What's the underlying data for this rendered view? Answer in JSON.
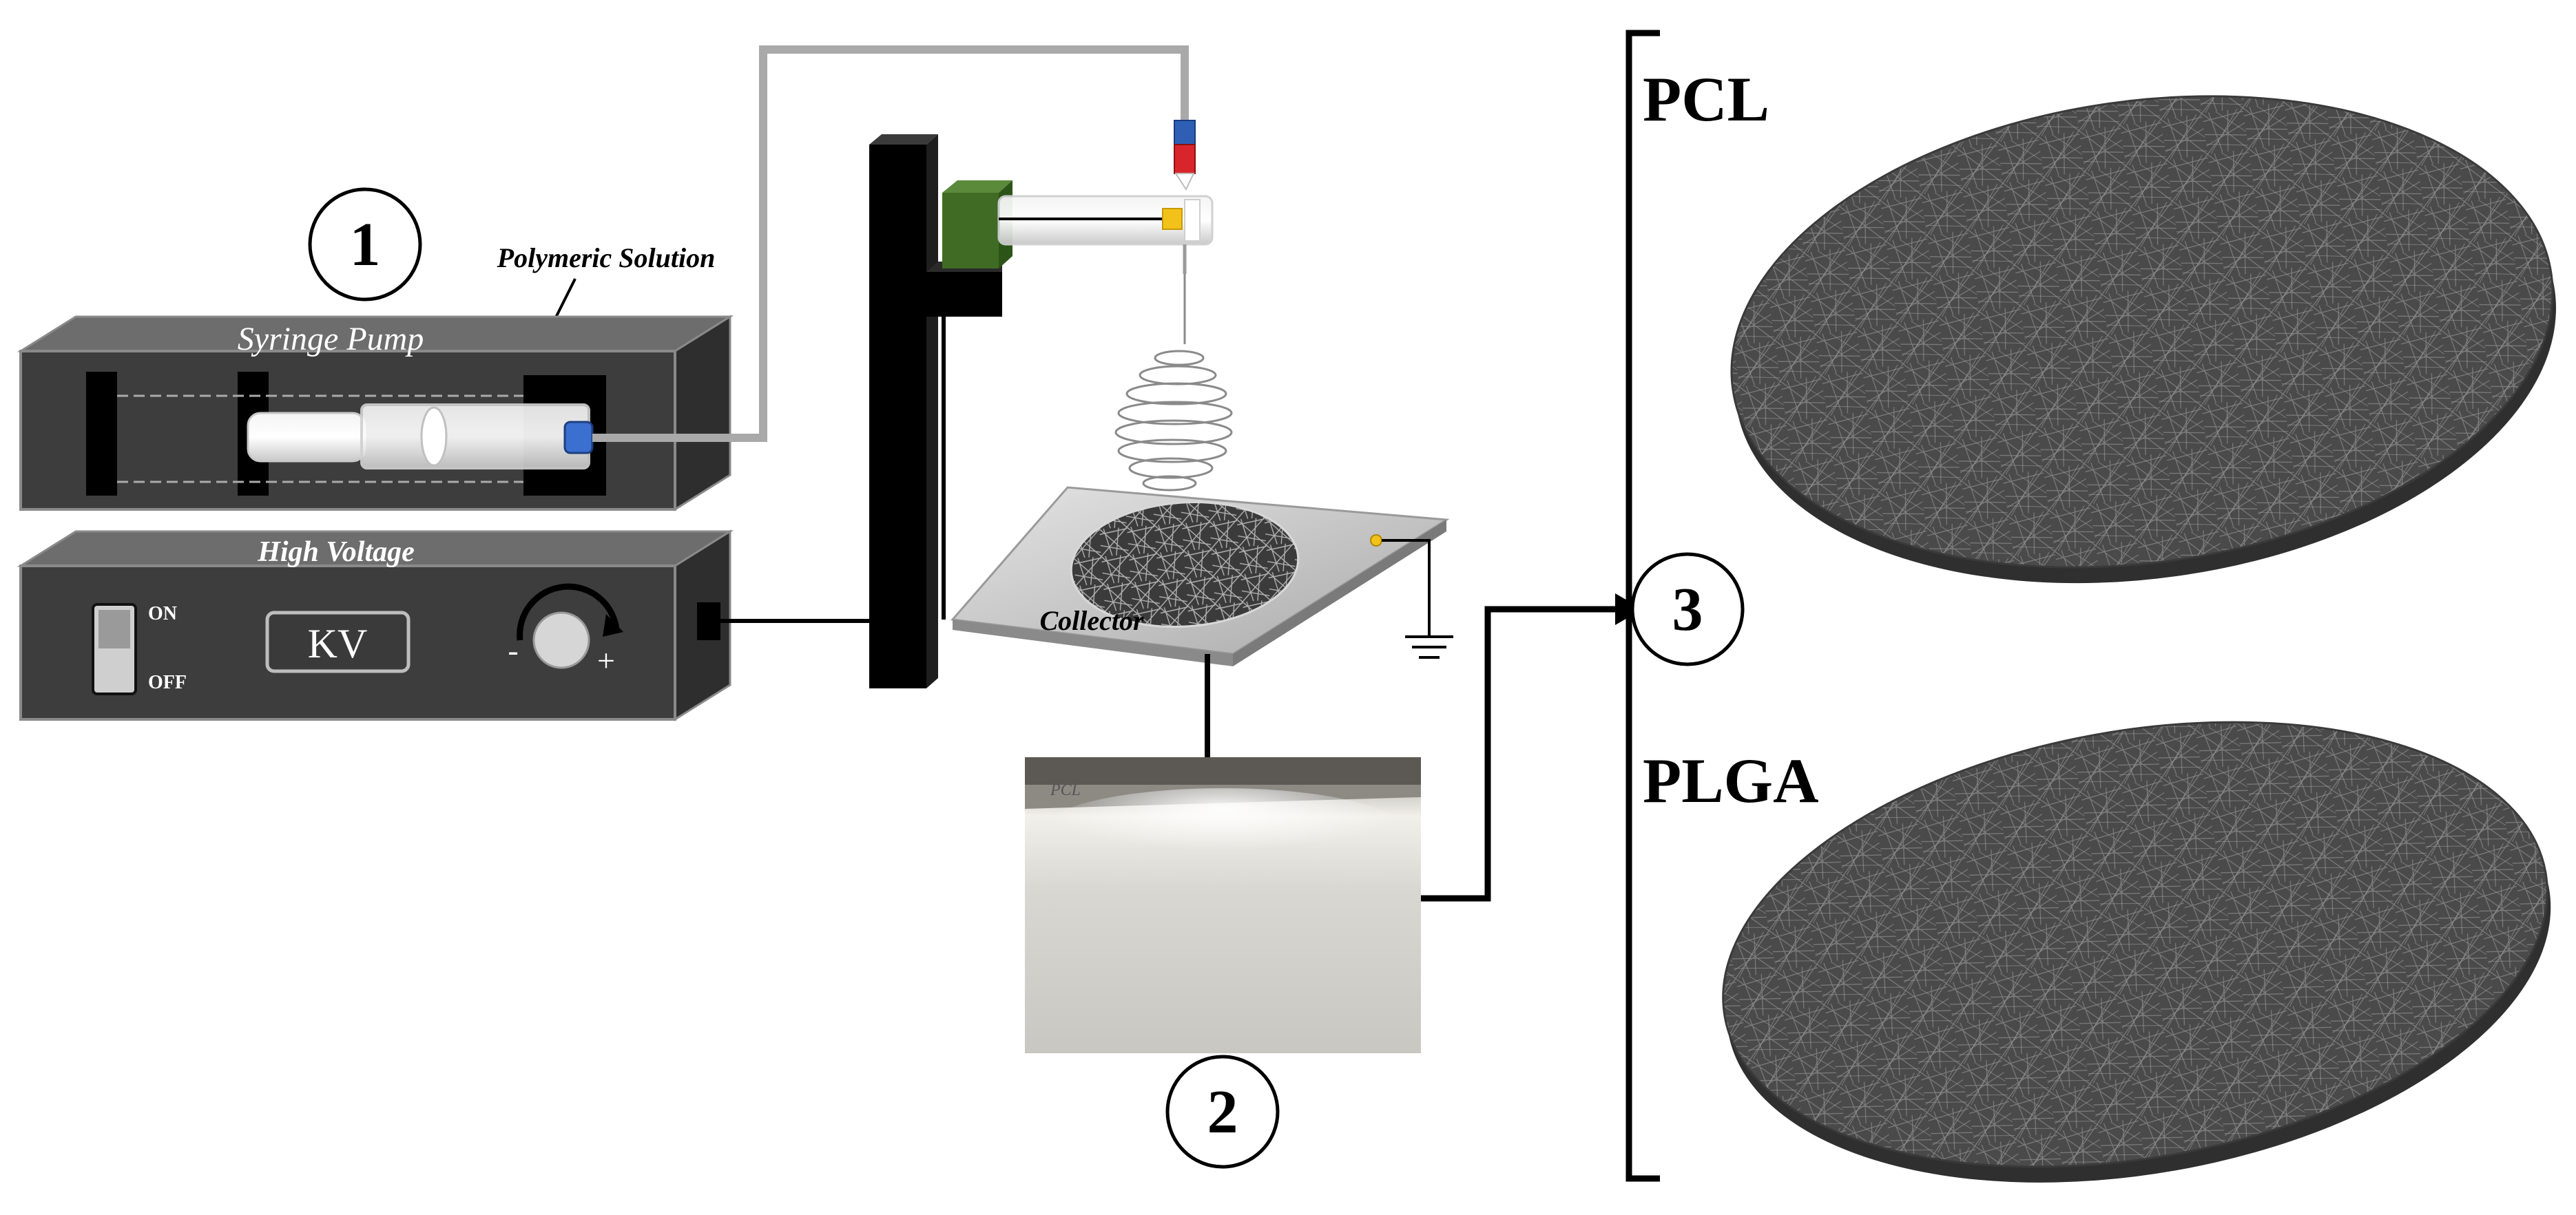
{
  "labels": {
    "step_1": "1",
    "step_2": "2",
    "step_3": "3",
    "polymeric_solution": "Polymeric Solution",
    "syringe_pump": "Syringe Pump",
    "high_voltage": "High Voltage",
    "switch_on": "ON",
    "switch_off": "OFF",
    "kv_display": "KV",
    "knob_minus": "-",
    "knob_plus": "+",
    "collector": "Collector",
    "sample_mark": "PCL",
    "pcl": "PCL",
    "plga": "PLGA"
  },
  "colors": {
    "device_face": "#3d3d3d",
    "device_top": "#6b6b6b",
    "device_edge": "#888888",
    "stand": "#000000",
    "tube": "#a9a9a9",
    "clamp_green": "#3f6b24",
    "nozzle_red": "#d8252b",
    "nozzle_blue": "#2f5fb5",
    "connector_blue": "#3b6fd0",
    "tip_yellow": "#f2c21b",
    "collector_plate": "#c9c9c9",
    "mat_dark": "#484848",
    "mat_fiber": "#9a9a9a"
  }
}
